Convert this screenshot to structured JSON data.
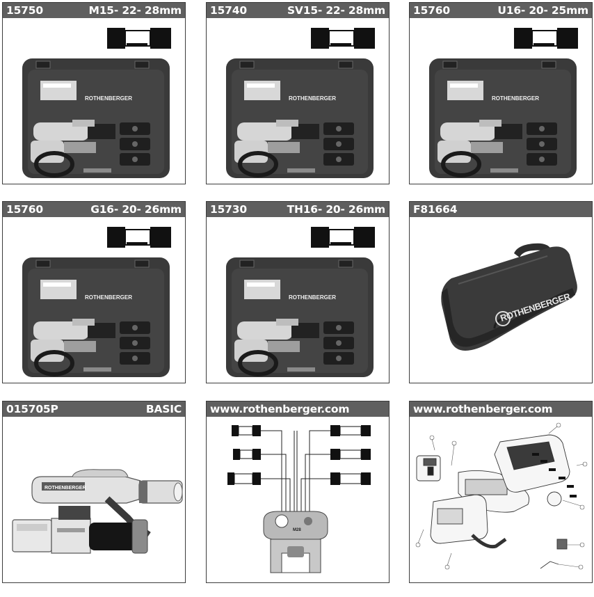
{
  "panels": [
    {
      "code": "15750",
      "label": "M15- 22- 28mm",
      "content": "kit",
      "jaw": "M"
    },
    {
      "code": "15740",
      "label": "SV15- 22- 28mm",
      "content": "kit",
      "jaw": "SV"
    },
    {
      "code": "15760",
      "label": "U16- 20- 25mm",
      "content": "kit",
      "jaw": "U"
    },
    {
      "code": "15760",
      "label": "G16- 20- 26mm",
      "content": "kit",
      "jaw": "G"
    },
    {
      "code": "15730",
      "label": "TH16- 20- 26mm",
      "content": "kit",
      "jaw": "TH"
    },
    {
      "code": "F81664",
      "label": "",
      "content": "closed-case"
    },
    {
      "code": "015705P",
      "label": "BASIC",
      "content": "press-tool"
    },
    {
      "code": "www.rothenberger.com",
      "label": "",
      "content": "jaw-chart"
    },
    {
      "code": "www.rothenberger.com",
      "label": "",
      "content": "exploded-view"
    }
  ],
  "brand": {
    "case_logo": "ROTHENBERGER",
    "tool_logo": "ROTHENBERGER",
    "jaw_marking": "M28"
  },
  "colors": {
    "header_bg": "#5f5f5f",
    "header_text": "#ffffff",
    "case_dark": "#3a3a3a",
    "tool_light": "#d9d9d9"
  },
  "icons": {
    "kit": "press-tool-kit-in-case",
    "case": "closed-carry-case",
    "tool": "press-tool",
    "jaw": "press-jaw-profile",
    "exploded": "exploded-parts-view"
  }
}
